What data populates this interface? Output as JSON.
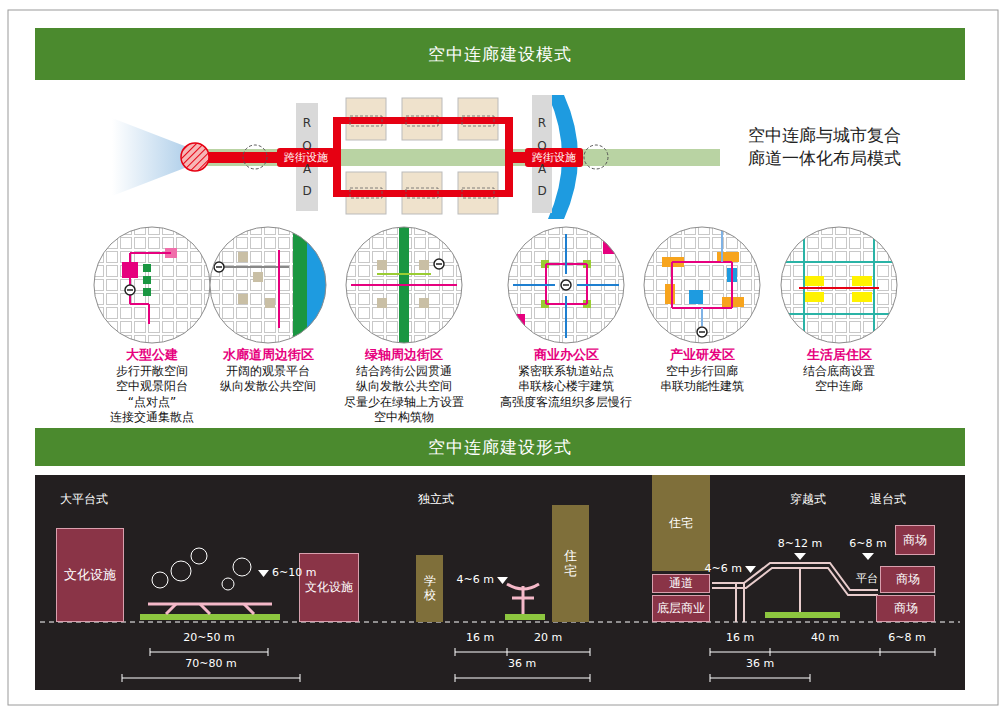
{
  "diagram": {
    "nodes": [
      {
        "text": [
          "空中连廊建设模式"
        ]
      },
      {
        "text": [
          "跨街设施"
        ]
      },
      {
        "text": [
          "跨街设施"
        ]
      },
      {
        "text": [
          "大型公建",
          "步行开敞空间 空中观景阳台 “点对点”连接交通集散点"
        ]
      },
      {
        "text": [
          "水廊道周边街区",
          "开阔的观景平台 纵向发散公共空间"
        ]
      },
      {
        "text": [
          "绿轴周边街区",
          "结合跨街公园贯通 纵向发散公共空间 尽量少在绿轴上方设置 空中构筑物"
        ]
      },
      {
        "text": [
          "商业办公区",
          "紧密联系轨道站点 串联核心楼宇建筑 高强度客流组织多层慢行"
        ]
      },
      {
        "text": [
          "产业研发区",
          "空中步行回廊 串联功能性建筑"
        ]
      },
      {
        "text": [
          "生活居住区",
          "结合底商设置 空中连廊"
        ]
      },
      {
        "text": [
          "空中连廊建设形式"
        ]
      },
      {
        "text": [
          "文化设施"
        ]
      },
      {
        "text": [
          "文化设施"
        ]
      },
      {
        "text": [
          "学校"
        ]
      },
      {
        "text": [
          "住宅"
        ]
      },
      {
        "text": [
          "住宅"
        ]
      },
      {
        "text": [
          "通道"
        ]
      },
      {
        "text": [
          "底层商业"
        ]
      },
      {
        "text": [
          "商场"
        ]
      },
      {
        "text": [
          "商场"
        ]
      },
      {
        "text": [
          "商场"
        ]
      }
    ],
    "labels": [
      "ROAD",
      "ROAD",
      "空中连廊与城市复合廊道一体化布局模式",
      "大平台式",
      "独立式",
      "穿越式",
      "退台式",
      "6~10 m",
      "20~50 m",
      "70~80 m",
      "4~6 m",
      "16 m",
      "20 m",
      "36 m",
      "4~6 m",
      "8~12 m",
      "6~8 m",
      "平台",
      "16 m",
      "40 m",
      "6~8 m",
      "36 m"
    ]
  }
}
